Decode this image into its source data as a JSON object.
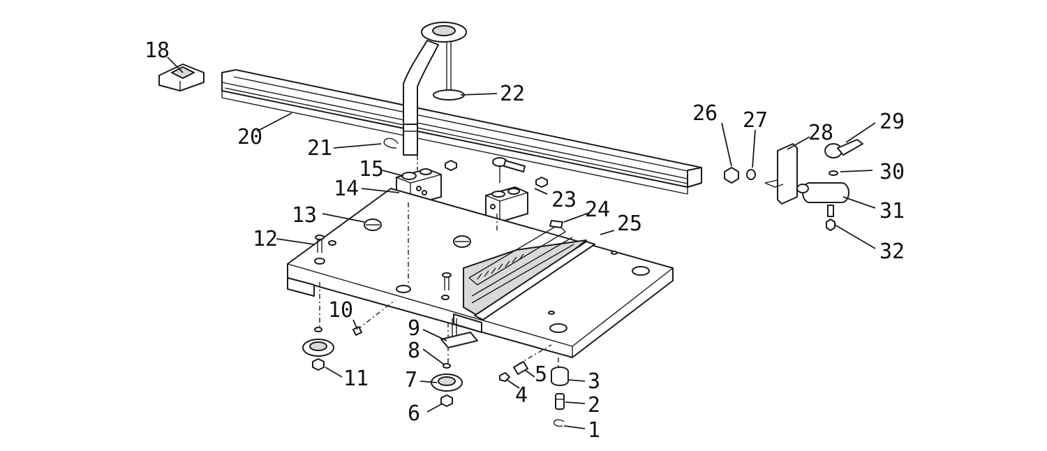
{
  "diagram": {
    "callouts": [
      {
        "id": "1",
        "label": "1"
      },
      {
        "id": "2",
        "label": "2"
      },
      {
        "id": "3",
        "label": "3"
      },
      {
        "id": "4",
        "label": "4"
      },
      {
        "id": "5",
        "label": "5"
      },
      {
        "id": "6",
        "label": "6"
      },
      {
        "id": "7",
        "label": "7"
      },
      {
        "id": "8",
        "label": "8"
      },
      {
        "id": "9",
        "label": "9"
      },
      {
        "id": "10",
        "label": "10"
      },
      {
        "id": "11",
        "label": "11"
      },
      {
        "id": "12",
        "label": "12"
      },
      {
        "id": "13",
        "label": "13"
      },
      {
        "id": "14",
        "label": "14"
      },
      {
        "id": "15",
        "label": "15"
      },
      {
        "id": "18",
        "label": "18"
      },
      {
        "id": "20",
        "label": "20"
      },
      {
        "id": "21",
        "label": "21"
      },
      {
        "id": "22",
        "label": "22"
      },
      {
        "id": "23",
        "label": "23"
      },
      {
        "id": "24",
        "label": "24"
      },
      {
        "id": "25",
        "label": "25"
      },
      {
        "id": "26",
        "label": "26"
      },
      {
        "id": "27",
        "label": "27"
      },
      {
        "id": "28",
        "label": "28"
      },
      {
        "id": "29",
        "label": "29"
      },
      {
        "id": "30",
        "label": "30"
      },
      {
        "id": "31",
        "label": "31"
      },
      {
        "id": "32",
        "label": "32"
      }
    ]
  }
}
